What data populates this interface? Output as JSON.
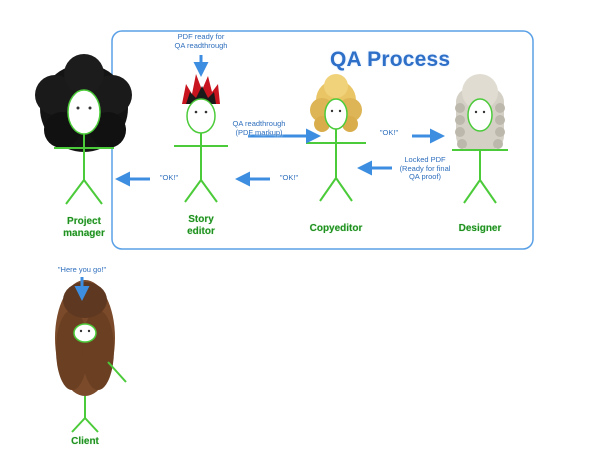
{
  "title": "QA Process",
  "people": {
    "project_manager": "Project\nmanager",
    "story_editor": "Story\neditor",
    "copyeditor": "Copyeditor",
    "designer": "Designer",
    "client": "Client"
  },
  "messages": {
    "pdf_ready": "PDF ready for\nQA readthrough",
    "qa_readthrough": "QA readthrough\n(PDF markup)",
    "ok_copyeditor_designer": "\"OK!\"",
    "locked_pdf": "Locked PDF\n(Ready for final\nQA proof)",
    "ok_copyeditor_story": "\"OK!\"",
    "ok_story_pm": "\"OK!\"",
    "here_you_go": "\"Here you go!\""
  },
  "colors": {
    "frame": "#5aa0e6",
    "arrow": "#3d8ee0",
    "stick": "#4ccb3a",
    "label_text": "#2f6fbd",
    "name_text": "#1f8f1f"
  },
  "icons": {
    "project_manager_hair": "black-afro-wig",
    "story_editor_hair": "red-black-mohawk",
    "copyeditor_hair": "blonde-curly-wig",
    "designer_hair": "grey-powdered-wig",
    "client_hair": "brown-beard-hair"
  }
}
